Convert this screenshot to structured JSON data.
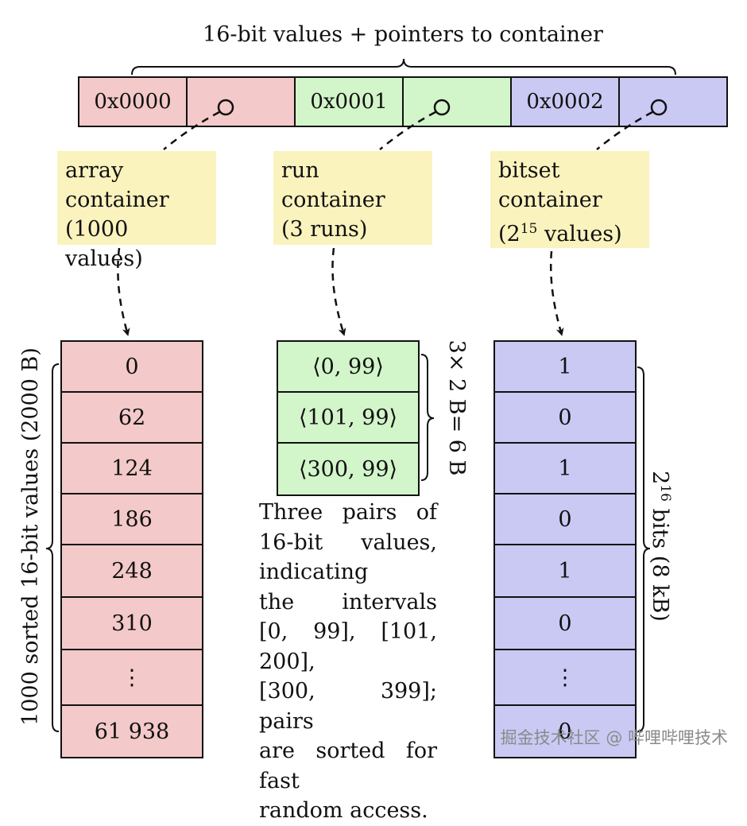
{
  "header": {
    "title": "16-bit values + pointers to container"
  },
  "keys": [
    {
      "key": "0x0000",
      "color": "#f4c9c9"
    },
    {
      "key": "0x0001",
      "color": "#d2f5c9"
    },
    {
      "key": "0x0002",
      "color": "#c9c9f4"
    }
  ],
  "notes": {
    "array": {
      "line1": "array",
      "line2": "container",
      "line3": "(1000 values)"
    },
    "run": {
      "line1": "run",
      "line2": "container",
      "line3": "(3 runs)"
    },
    "bitset": {
      "line1": "bitset",
      "line2": "container",
      "line3_pre": "(2",
      "line3_sup": "15",
      "line3_post": " values)"
    }
  },
  "array_container": {
    "values": [
      "0",
      "62",
      "124",
      "186",
      "248",
      "310",
      "⋮",
      "61 938"
    ],
    "size_label": "1000 sorted 16-bit values (2000 B)"
  },
  "run_container": {
    "runs": [
      "⟨0, 99⟩",
      "⟨101, 99⟩",
      "⟨300, 99⟩"
    ],
    "size_label": "3× 2 B= 6 B",
    "description": [
      "Three pairs of",
      "16-bit values,",
      "indicating",
      "the intervals",
      "[0, 99], [101, 200],",
      "[300, 399]; pairs",
      "are sorted for fast",
      "random access."
    ]
  },
  "bitset_container": {
    "bits": [
      "1",
      "0",
      "1",
      "0",
      "1",
      "0",
      "⋮",
      "0"
    ],
    "size_label_base": "2",
    "size_label_sup": "16",
    "size_label_post": " bits (8 kB)"
  },
  "watermark": "掘金技术社区 @ 哔哩哔哩技术"
}
